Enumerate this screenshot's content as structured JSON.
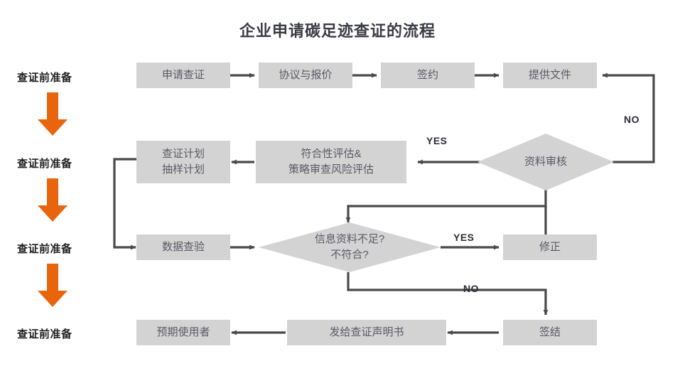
{
  "title": "企业申请碳足迹查证的流程",
  "colors": {
    "box_fill": "#d3d3d3",
    "box_text": "#5a5a66",
    "connector": "#4a4a4a",
    "accent_orange": "#e8650d",
    "title_text": "#3b3b46",
    "label_text": "#222222",
    "background": "#ffffff"
  },
  "stage_labels": [
    {
      "text": "查证前准备"
    },
    {
      "text": "查证前准备"
    },
    {
      "text": "查证前准备"
    },
    {
      "text": "查证前准备"
    }
  ],
  "stage_arrows": [
    {
      "name": "orange-down-arrow-1"
    },
    {
      "name": "orange-down-arrow-2"
    },
    {
      "name": "orange-down-arrow-3"
    }
  ],
  "nodes": {
    "apply": {
      "label": "申请查证"
    },
    "agreement": {
      "label": "协议与报价"
    },
    "contract": {
      "label": "签约"
    },
    "documents": {
      "label": "提供文件"
    },
    "plan": {
      "line1": "查证计划",
      "line2": "抽样计划"
    },
    "assessment": {
      "line1": "符合性评估&",
      "line2": "策略审查风险评估"
    },
    "data_check": {
      "label": "数据查验"
    },
    "revise": {
      "label": "修正"
    },
    "close": {
      "label": "签结"
    },
    "statement": {
      "label": "发给查证声明书"
    },
    "user": {
      "label": "预期使用者"
    }
  },
  "decisions": {
    "doc_review": {
      "label": "资料审核"
    },
    "insufficient": {
      "line1": "信息资料不足?",
      "line2": "不符合?"
    }
  },
  "branch_labels": {
    "review_yes": "YES",
    "review_no": "NO",
    "insufficient_yes": "YES",
    "insufficient_no": "NO"
  },
  "chart_data": {
    "type": "flowchart",
    "title": "企业申请碳足迹查证的流程",
    "lanes": [
      "查证前准备",
      "查证前准备",
      "查证前准备",
      "查证前准备"
    ],
    "nodes": [
      {
        "id": "apply",
        "shape": "process",
        "text": "申请查证",
        "row": 1
      },
      {
        "id": "agreement",
        "shape": "process",
        "text": "协议与报价",
        "row": 1
      },
      {
        "id": "contract",
        "shape": "process",
        "text": "签约",
        "row": 1
      },
      {
        "id": "documents",
        "shape": "process",
        "text": "提供文件",
        "row": 1
      },
      {
        "id": "doc_review",
        "shape": "decision",
        "text": "资料审核",
        "row": 2
      },
      {
        "id": "assessment",
        "shape": "process",
        "text": "符合性评估&策略审查风险评估",
        "row": 2
      },
      {
        "id": "plan",
        "shape": "process",
        "text": "查证计划抽样计划",
        "row": 2
      },
      {
        "id": "data_check",
        "shape": "process",
        "text": "数据查验",
        "row": 3
      },
      {
        "id": "insufficient",
        "shape": "decision",
        "text": "信息资料不足?不符合?",
        "row": 3
      },
      {
        "id": "revise",
        "shape": "process",
        "text": "修正",
        "row": 3
      },
      {
        "id": "close",
        "shape": "process",
        "text": "签结",
        "row": 4
      },
      {
        "id": "statement",
        "shape": "process",
        "text": "发给查证声明书",
        "row": 4
      },
      {
        "id": "user",
        "shape": "process",
        "text": "预期使用者",
        "row": 4
      }
    ],
    "edges": [
      {
        "from": "apply",
        "to": "agreement",
        "label": ""
      },
      {
        "from": "agreement",
        "to": "contract",
        "label": ""
      },
      {
        "from": "contract",
        "to": "documents",
        "label": ""
      },
      {
        "from": "documents",
        "to": "doc_review",
        "label": ""
      },
      {
        "from": "doc_review",
        "to": "assessment",
        "label": "YES"
      },
      {
        "from": "doc_review",
        "to": "documents",
        "label": "NO"
      },
      {
        "from": "assessment",
        "to": "plan",
        "label": ""
      },
      {
        "from": "plan",
        "to": "data_check",
        "label": ""
      },
      {
        "from": "data_check",
        "to": "insufficient",
        "label": ""
      },
      {
        "from": "doc_review",
        "to": "insufficient",
        "label": ""
      },
      {
        "from": "insufficient",
        "to": "revise",
        "label": "YES"
      },
      {
        "from": "revise",
        "to": "doc_review",
        "label": ""
      },
      {
        "from": "insufficient",
        "to": "close",
        "label": "NO"
      },
      {
        "from": "close",
        "to": "statement",
        "label": ""
      },
      {
        "from": "statement",
        "to": "user",
        "label": ""
      }
    ]
  }
}
